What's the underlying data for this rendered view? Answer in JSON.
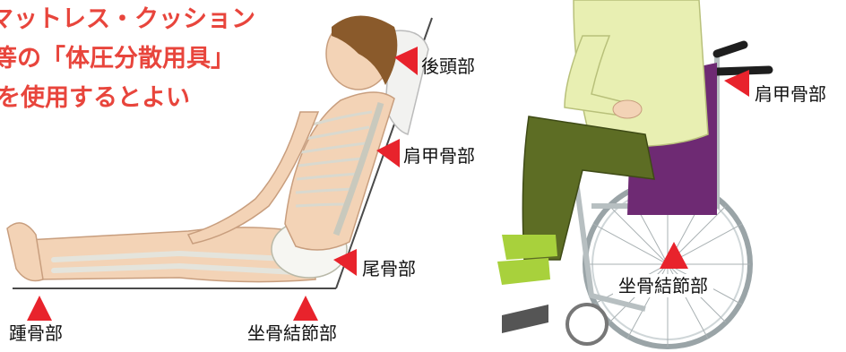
{
  "heading": {
    "line1": "マットレス・クッション",
    "line2": "等の「体圧分散用具」",
    "line3": "を使用するとよい"
  },
  "labels": {
    "occipital": "後頭部",
    "scapula_left": "肩甲骨部",
    "coccyx": "尾骨部",
    "heel": "踵骨部",
    "ischial_left": "坐骨結節部",
    "scapula_right": "肩甲骨部",
    "ischial_right": "坐骨結節部"
  },
  "colors": {
    "heading": "#e8453c",
    "marker": "#e8232c",
    "skin": "#f3d3b6",
    "bone": "#f6f6f2",
    "shirt": "#e8efb2",
    "pants": "#5d6d24",
    "wheelchair_frame": "#b7bfc1",
    "wheelchair_seat": "#6e2a73",
    "slippers": "#a8d13c"
  }
}
